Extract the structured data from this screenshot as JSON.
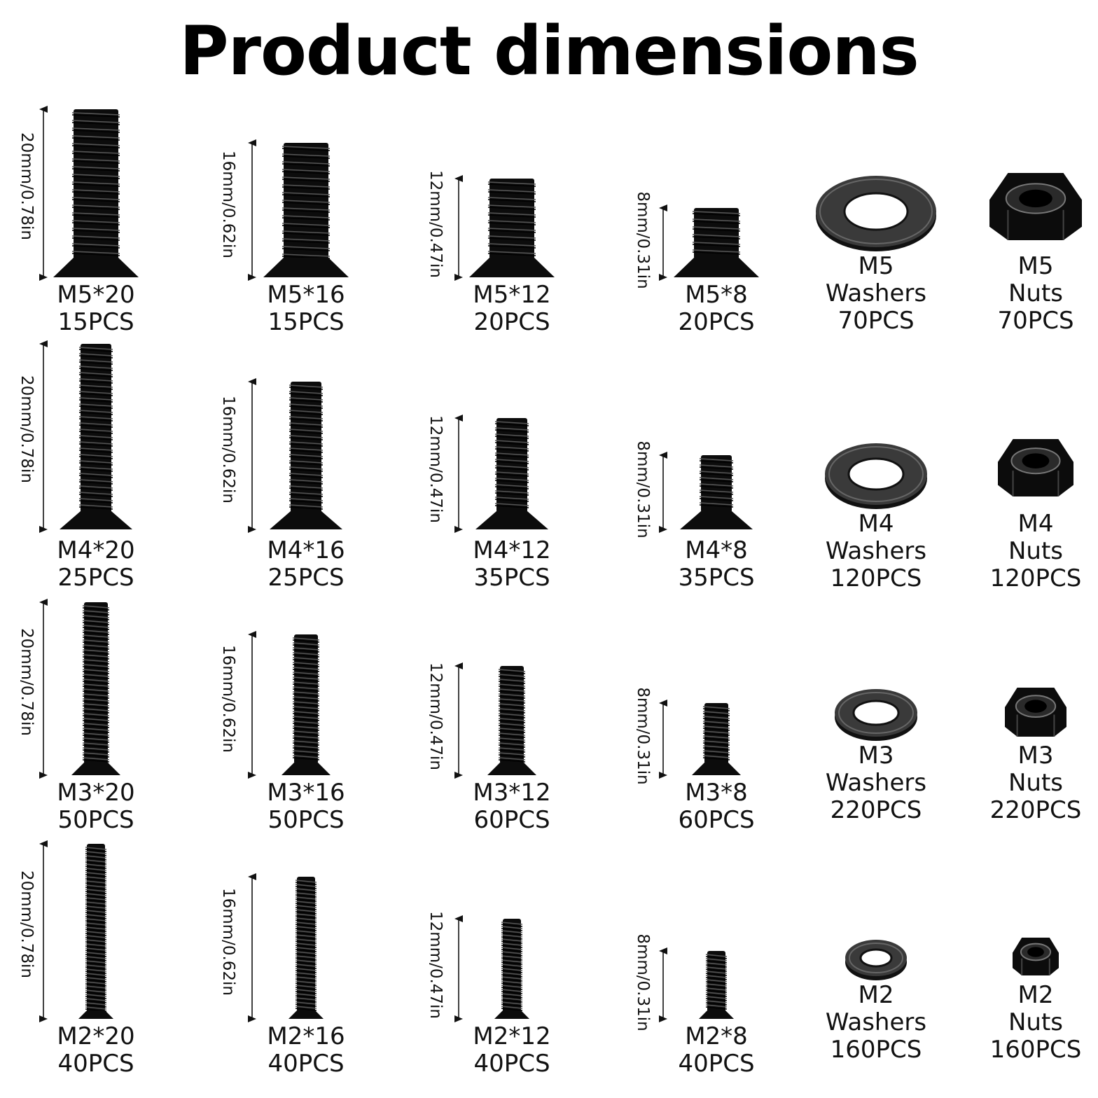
{
  "title": "Product dimensions",
  "dimension_labels": [
    "20mm/0.78in",
    "16mm/0.62in",
    "12mm/0.47in",
    "8mm/0.31in"
  ],
  "colors": {
    "hardware": "#0c0c0c",
    "washer": "#3a3a3a",
    "text": "#111111"
  },
  "rows": [
    {
      "screws": [
        {
          "name": "M5*20",
          "qty": "15PCS"
        },
        {
          "name": "M5*16",
          "qty": "15PCS"
        },
        {
          "name": "M5*12",
          "qty": "20PCS"
        },
        {
          "name": "M5*8",
          "qty": "20PCS"
        }
      ],
      "washer": {
        "size": "M5",
        "kind": "Washers",
        "qty": "70PCS"
      },
      "nut": {
        "size": "M5",
        "kind": "Nuts",
        "qty": "70PCS"
      }
    },
    {
      "screws": [
        {
          "name": "M4*20",
          "qty": "25PCS"
        },
        {
          "name": "M4*16",
          "qty": "25PCS"
        },
        {
          "name": "M4*12",
          "qty": "35PCS"
        },
        {
          "name": "M4*8",
          "qty": "35PCS"
        }
      ],
      "washer": {
        "size": "M4",
        "kind": "Washers",
        "qty": "120PCS"
      },
      "nut": {
        "size": "M4",
        "kind": "Nuts",
        "qty": "120PCS"
      }
    },
    {
      "screws": [
        {
          "name": "M3*20",
          "qty": "50PCS"
        },
        {
          "name": "M3*16",
          "qty": "50PCS"
        },
        {
          "name": "M3*12",
          "qty": "60PCS"
        },
        {
          "name": "M3*8",
          "qty": "60PCS"
        }
      ],
      "washer": {
        "size": "M3",
        "kind": "Washers",
        "qty": "220PCS"
      },
      "nut": {
        "size": "M3",
        "kind": "Nuts",
        "qty": "220PCS"
      }
    },
    {
      "screws": [
        {
          "name": "M2*20",
          "qty": "40PCS"
        },
        {
          "name": "M2*16",
          "qty": "40PCS"
        },
        {
          "name": "M2*12",
          "qty": "40PCS"
        },
        {
          "name": "M2*8",
          "qty": "40PCS"
        }
      ],
      "washer": {
        "size": "M2",
        "kind": "Washers",
        "qty": "160PCS"
      },
      "nut": {
        "size": "M2",
        "kind": "Nuts",
        "qty": "160PCS"
      }
    }
  ]
}
